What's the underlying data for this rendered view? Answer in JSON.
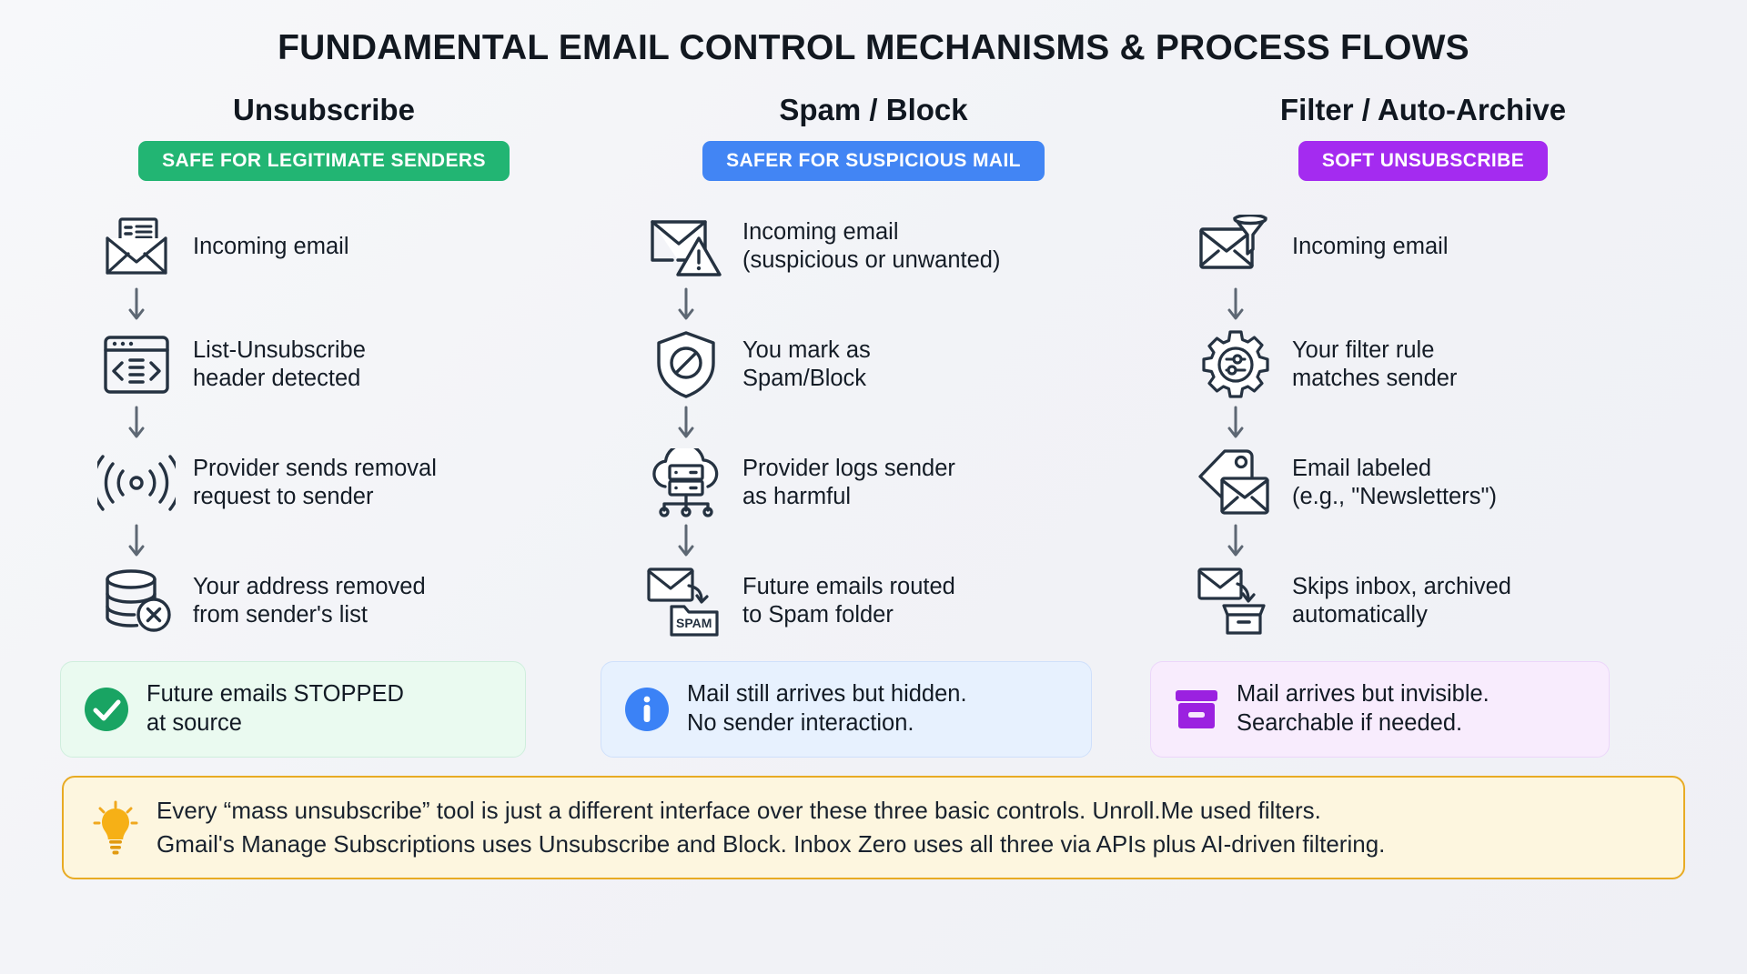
{
  "title": "FUNDAMENTAL EMAIL CONTROL MECHANISMS & PROCESS FLOWS",
  "colors": {
    "green": "#22b573",
    "blue": "#4285f4",
    "purple": "#a42bf0",
    "note_border": "#e8ab24",
    "note_bg": "#fdf6df",
    "icon_stroke": "#253241",
    "background": "#f3f4f8"
  },
  "columns": [
    {
      "heading": "Unsubscribe",
      "badge": "SAFE FOR LEGITIMATE SENDERS",
      "badge_color": "green",
      "steps": [
        {
          "icon": "newsletter-envelope-icon",
          "text": "Incoming email"
        },
        {
          "icon": "code-window-icon",
          "text": "List-Unsubscribe\nheader detected"
        },
        {
          "icon": "broadcast-signal-icon",
          "text": "Provider sends removal\nrequest to sender"
        },
        {
          "icon": "database-remove-icon",
          "text": "Your address removed\nfrom sender's list"
        }
      ],
      "outcome": {
        "icon": "check-circle-icon",
        "text": "Future emails STOPPED\nat source",
        "style": "green"
      }
    },
    {
      "heading": "Spam / Block",
      "badge": "SAFER FOR SUSPICIOUS MAIL",
      "badge_color": "blue",
      "steps": [
        {
          "icon": "envelope-warning-icon",
          "text": "Incoming email\n(suspicious or unwanted)"
        },
        {
          "icon": "shield-block-icon",
          "text": "You mark as\nSpam/Block"
        },
        {
          "icon": "cloud-server-icon",
          "text": "Provider logs sender\nas harmful"
        },
        {
          "icon": "envelope-to-spam-folder-icon",
          "text": "Future emails routed\nto Spam folder",
          "icon_label": "SPAM"
        }
      ],
      "outcome": {
        "icon": "info-circle-icon",
        "text": "Mail still arrives but hidden.\nNo sender interaction.",
        "style": "blue"
      }
    },
    {
      "heading": "Filter / Auto-Archive",
      "badge": "SOFT UNSUBSCRIBE",
      "badge_color": "purple",
      "steps": [
        {
          "icon": "envelope-funnel-icon",
          "text": "Incoming email"
        },
        {
          "icon": "gear-sliders-icon",
          "text": "Your filter rule\nmatches sender"
        },
        {
          "icon": "tag-envelope-icon",
          "text": "Email labeled\n(e.g., \"Newsletters\")"
        },
        {
          "icon": "envelope-to-archive-box-icon",
          "text": "Skips inbox, archived\nautomatically"
        }
      ],
      "outcome": {
        "icon": "archive-box-icon",
        "text": "Mail arrives but invisible.\nSearchable if needed.",
        "style": "purple"
      }
    }
  ],
  "footer": {
    "icon": "lightbulb-icon",
    "text": "Every “mass unsubscribe” tool is just a different interface over these three basic controls. Unroll.Me used filters.\nGmail's Manage Subscriptions uses Unsubscribe and Block. Inbox Zero uses all three via APIs plus AI-driven filtering."
  }
}
